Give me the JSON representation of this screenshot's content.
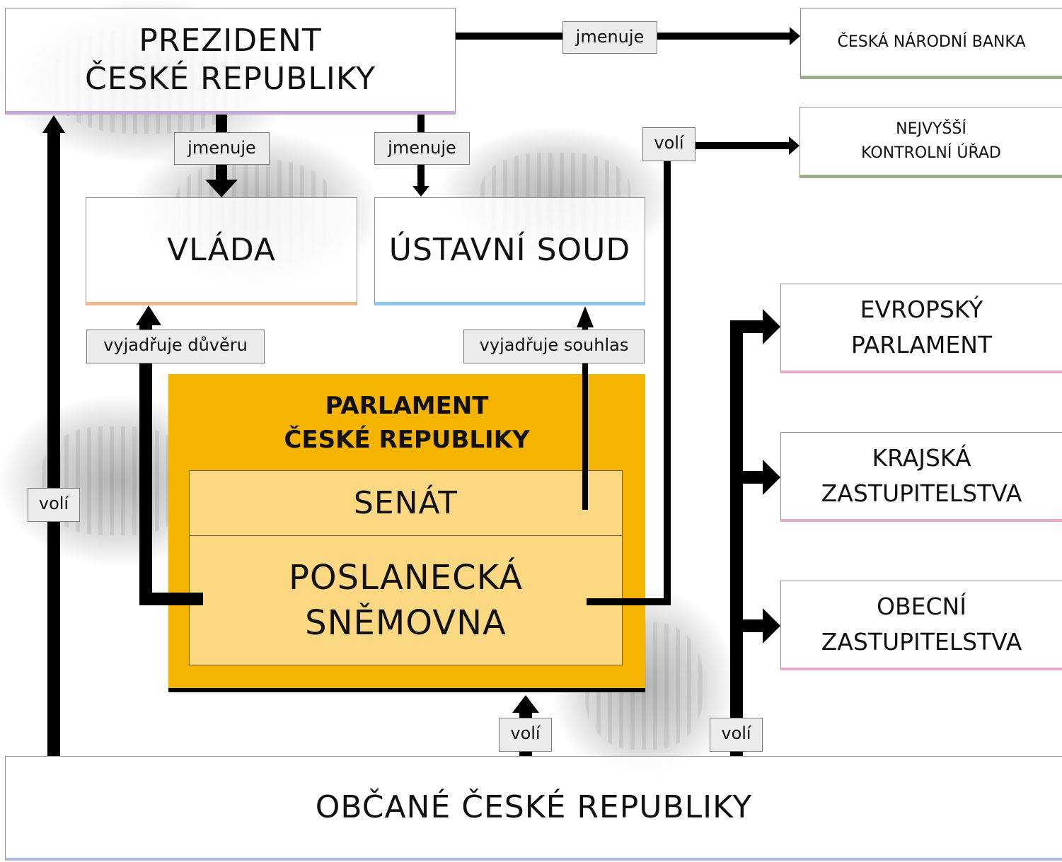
{
  "boxes": {
    "president": "PREZIDENT\nČESKÉ REPUBLIKY",
    "cnb": "ČESKÁ NÁRODNÍ BANKA",
    "nku": "NEJVYŠŠÍ\nKONTROLNÍ ÚŘAD",
    "government": "VLÁDA",
    "court": "ÚSTAVNÍ SOUD",
    "ep": "EVROPSKÝ\nPARLAMENT",
    "regional": "KRAJSKÁ\nZASTUPITELSTVA",
    "municipal": "OBECNÍ\nZASTUPITELSTVA",
    "parliament": "PARLAMENT\nČESKÉ REPUBLIKY",
    "senate": "SENÁT",
    "chamber": "POSLANECKÁ\nSNĚMOVNA",
    "citizens": "OBČANÉ ČESKÉ REPUBLIKY"
  },
  "labels": {
    "appoints_cnb": "jmenuje",
    "appoints_gov": "jmenuje",
    "appoints_court": "jmenuje",
    "elects_nku": "volí",
    "confidence": "vyjadřuje důvěru",
    "consent": "vyjadřuje souhlas",
    "elects_president": "volí",
    "elects_parliament": "volí",
    "elects_councils": "volí"
  },
  "colors": {
    "parliament": "#f5b400",
    "chamber_fill": "#fcd98c",
    "president_accent": "#c9a6d8",
    "bank_accent": "#9bb08a",
    "government_accent": "#f2b88a",
    "court_accent": "#8ec8ea",
    "council_accent": "#e9a7c7",
    "citizens_accent": "#a9b8e0"
  }
}
